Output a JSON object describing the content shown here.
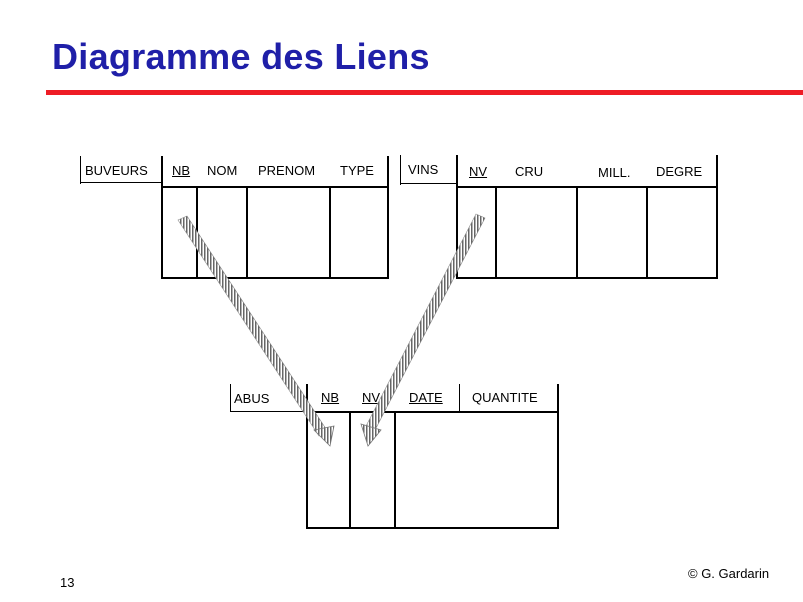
{
  "title": "Diagramme des Liens",
  "buveurs": {
    "name": "BUVEURS",
    "columns": [
      "NB",
      "NOM",
      "PRENOM",
      "TYPE"
    ],
    "key": "NB"
  },
  "vins": {
    "name": "VINS",
    "columns": [
      "NV",
      "CRU",
      "MILL.",
      "DEGRE"
    ],
    "key": "NV"
  },
  "abus": {
    "name": "ABUS",
    "columns": [
      "NB",
      "NV",
      "DATE",
      "QUANTITE"
    ]
  },
  "footer": {
    "page_number": "13",
    "copyright": "© G. Gardarin"
  },
  "colors": {
    "title": "#1f1fa8",
    "rule": "#ee1c25",
    "arrow": "#888888"
  }
}
